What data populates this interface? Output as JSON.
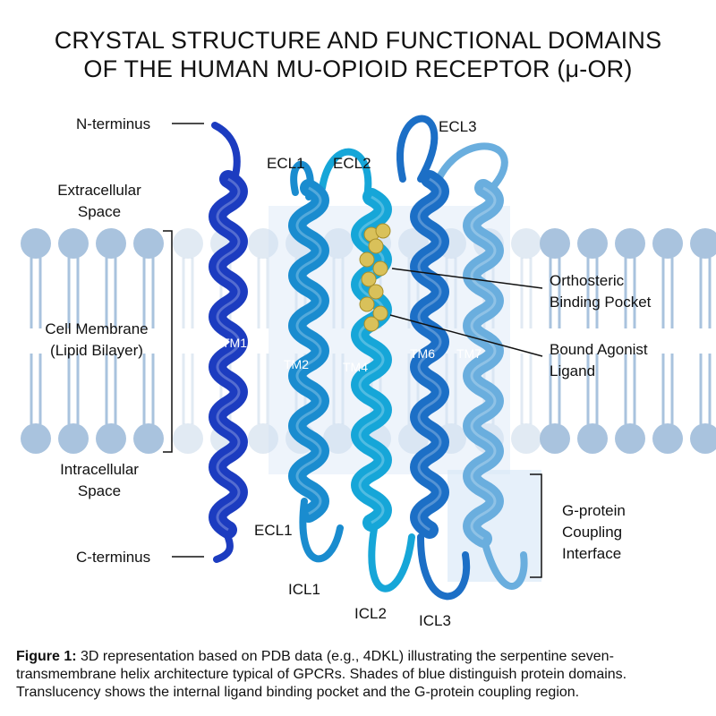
{
  "title": {
    "line1": "CRYSTAL STRUCTURE AND FUNCTIONAL DOMAINS",
    "line2": "OF THE HUMAN MU-OPIOID RECEPTOR (μ-OR)"
  },
  "labels": {
    "n_terminus": "N-terminus",
    "c_terminus": "C-terminus",
    "extracellular_1": "Extracellular",
    "extracellular_2": "Space",
    "membrane_1": "Cell Membrane",
    "membrane_2": "(Lipid Bilayer)",
    "intracellular_1": "Intracellular",
    "intracellular_2": "Space",
    "ecl1_top": "ECL1",
    "ecl2": "ECL2",
    "ecl3": "ECL3",
    "ecl1_bottom": "ECL1",
    "icl1": "ICL1",
    "icl2": "ICL2",
    "icl3": "ICL3",
    "tm1": "TM1",
    "tm2": "TM2",
    "tm4": "TM4",
    "tm6": "TM6",
    "tm7": "TM7",
    "pocket_1": "Orthosteric",
    "pocket_2": "Binding Pocket",
    "ligand_1": "Bound Agonist",
    "ligand_2": "Ligand",
    "gprotein_1": "G-protein",
    "gprotein_2": "Coupling",
    "gprotein_3": "Interface"
  },
  "caption": {
    "label": "Figure 1:",
    "text": " 3D representation based on PDB data (e.g., 4DKL) illustrating the serpentine seven-transmembrane helix architecture typical of GPCRs. Shades of blue distinguish protein domains. Translucency shows the internal ligand binding pocket and the G-protein coupling region."
  },
  "colors": {
    "tm1": "#1c3cc0",
    "tm2": "#1a8ccf",
    "tm4": "#16a6d8",
    "tm6": "#1c6fc6",
    "tm7": "#6aaede",
    "lipid": "#a9c3de",
    "ligand": "#d9c15a"
  }
}
